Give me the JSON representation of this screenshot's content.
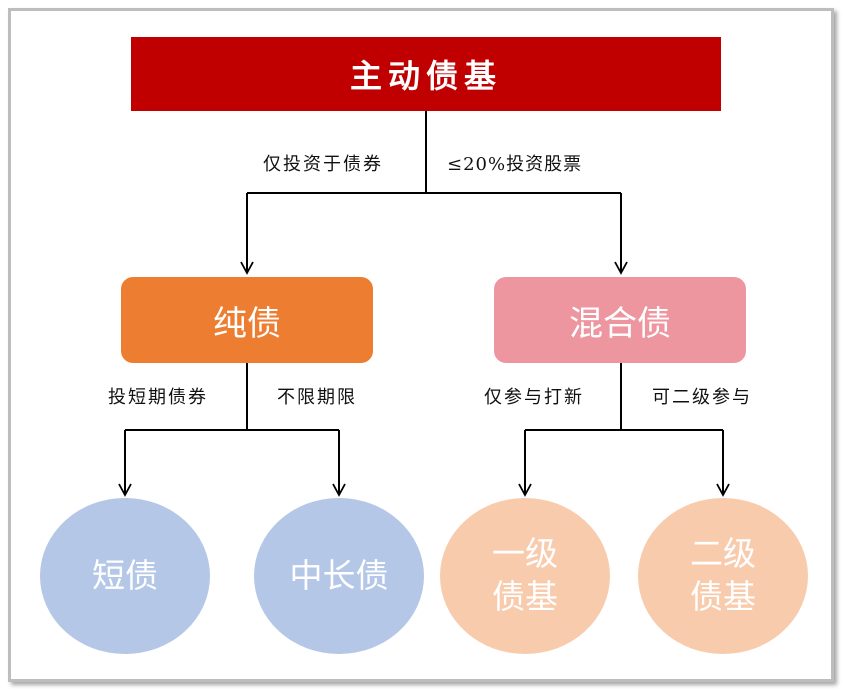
{
  "root": {
    "label": "主动债基"
  },
  "branches": {
    "left_condition": "仅投资于债券",
    "right_condition": "≤20%投资股票"
  },
  "pure_bond": {
    "label": "纯债",
    "left_condition": "投短期债券",
    "right_condition": "不限期限",
    "children": [
      "短债",
      "中长债"
    ]
  },
  "mixed_bond": {
    "label": "混合债",
    "left_condition": "仅参与打新",
    "right_condition": "可二级参与",
    "children": [
      {
        "line1": "一级",
        "line2": "债基"
      },
      {
        "line1": "二级",
        "line2": "债基"
      }
    ]
  },
  "colors": {
    "root": "#c00000",
    "pure_bond": "#ed7d31",
    "mixed_bond": "#ee96a0",
    "pure_children": "#b4c7e7",
    "mixed_children": "#f8cbad"
  }
}
